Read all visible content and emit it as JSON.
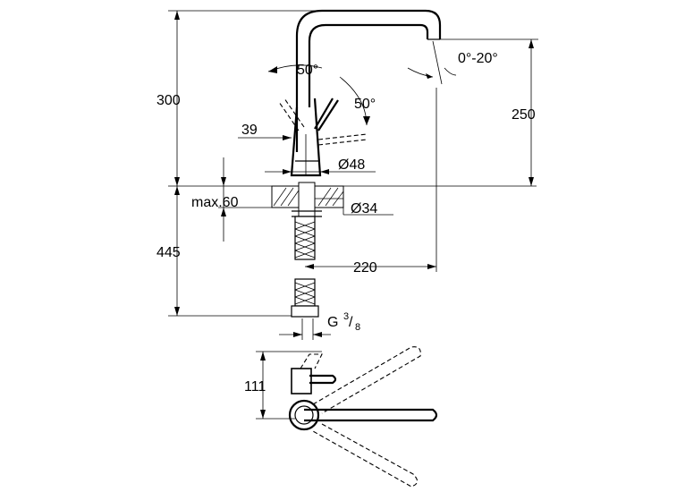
{
  "dimensions": {
    "height_top": "300",
    "height_bottom": "445",
    "spout_reach_height": "250",
    "lever_angle_upper": "50°",
    "lever_angle_lower": "50°",
    "spout_tilt_range": "0°-20°",
    "lever_offset": "39",
    "body_diameter": "Ø48",
    "hole_diameter": "Ø34",
    "max_thickness": "max.60",
    "spout_reach": "220",
    "connection_thread": "G",
    "connection_sup": "3",
    "connection_sub": "8",
    "plan_depth": "111"
  }
}
